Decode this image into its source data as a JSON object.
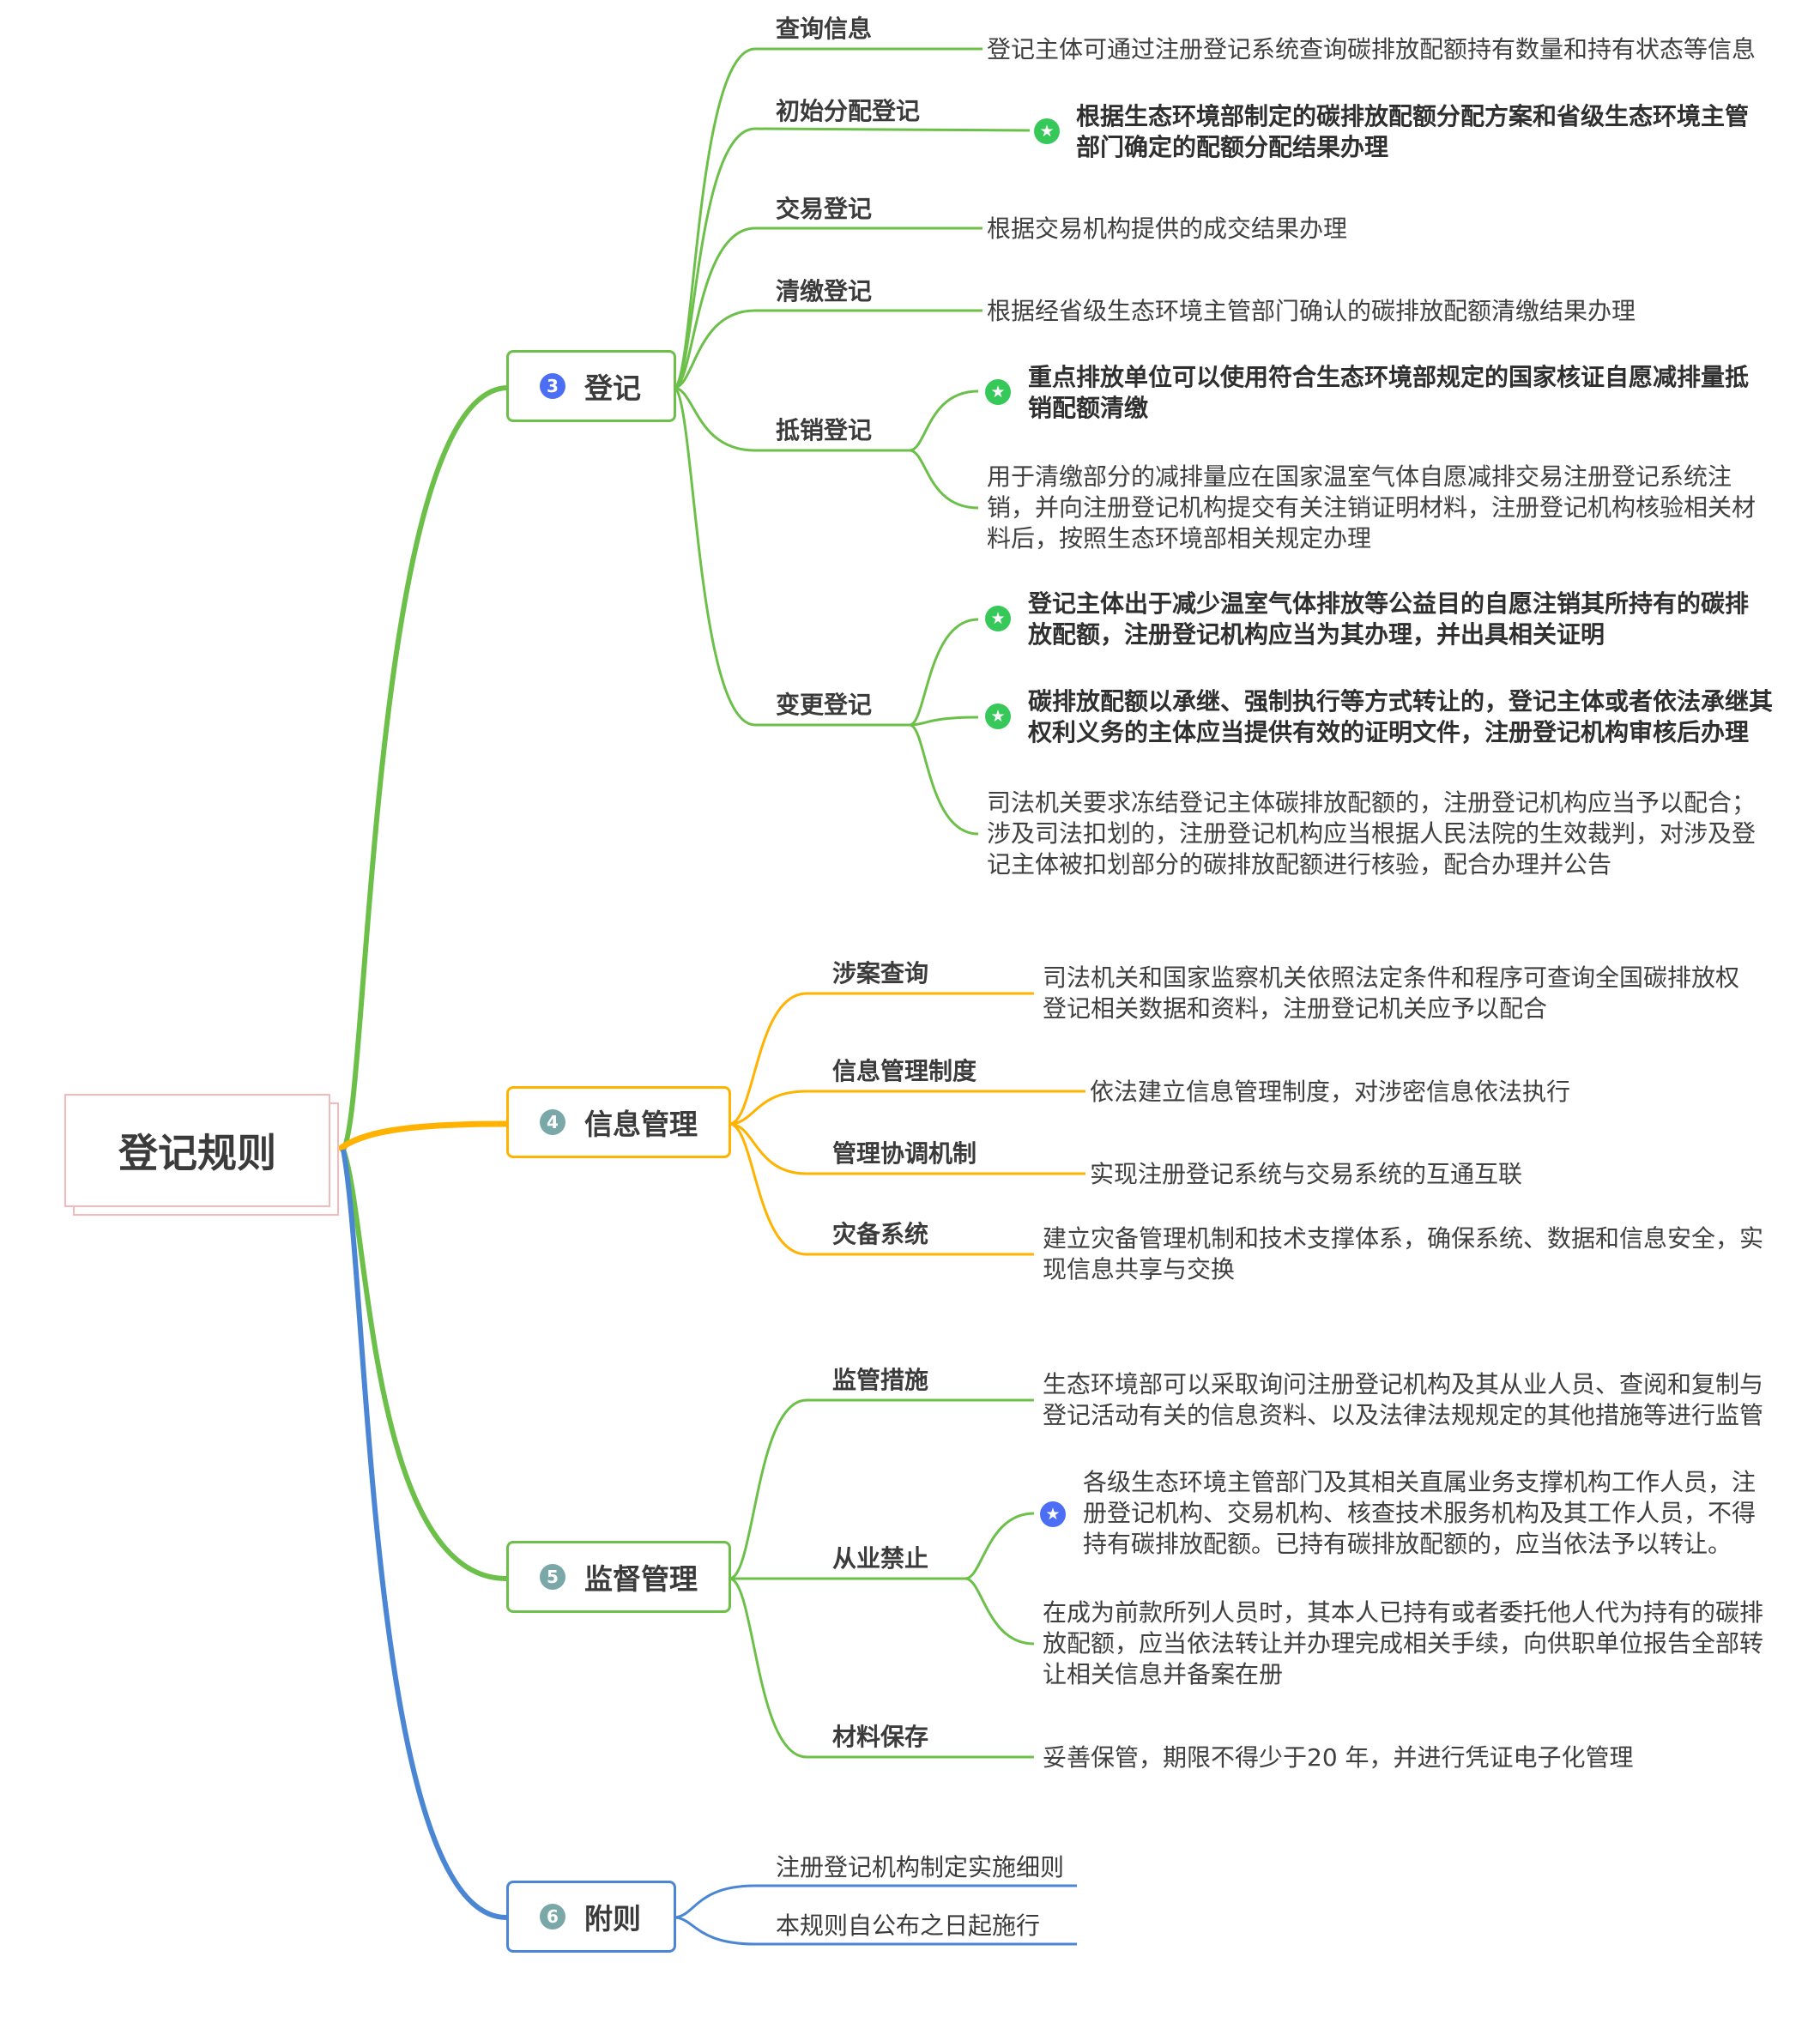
{
  "root": {
    "label": "登记规则"
  },
  "colors": {
    "green": "#6cc04a",
    "orange": "#ffb300",
    "blue": "#4a86d4",
    "root_border": "#f4b9b9",
    "badge_blue": "#4c6ef5",
    "badge_gray": "#7aa7a8",
    "star_green": "#37c85a",
    "star_blue": "#4c6ef5"
  },
  "branches": [
    {
      "number": "3",
      "label": "登记",
      "color": "green",
      "children": [
        {
          "label": "查询信息",
          "leaves": [
            {
              "text": "登记主体可通过注册登记系统查询碳排放配额持有数量和持有状态等信息"
            }
          ]
        },
        {
          "label": "初始分配登记",
          "leaves": [
            {
              "text": "根据生态环境部制定的碳排放配额分配方案和省级生态环境主管部门确定的配额分配结果办理",
              "star": true
            }
          ]
        },
        {
          "label": "交易登记",
          "leaves": [
            {
              "text": "根据交易机构提供的成交结果办理"
            }
          ]
        },
        {
          "label": "清缴登记",
          "leaves": [
            {
              "text": "根据经省级生态环境主管部门确认的碳排放配额清缴结果办理"
            }
          ]
        },
        {
          "label": "抵销登记",
          "leaves": [
            {
              "text": "重点排放单位可以使用符合生态环境部规定的国家核证自愿减排量抵销配额清缴",
              "star": true
            },
            {
              "text": "用于清缴部分的减排量应在国家温室气体自愿减排交易注册登记系统注销，并向注册登记机构提交有关注销证明材料，注册登记机构核验相关材料后，按照生态环境部相关规定办理"
            }
          ]
        },
        {
          "label": "变更登记",
          "leaves": [
            {
              "text": "登记主体出于减少温室气体排放等公益目的自愿注销其所持有的碳排放配额，注册登记机构应当为其办理，并出具相关证明",
              "star": true
            },
            {
              "text": "碳排放配额以承继、强制执行等方式转让的，登记主体或者依法承继其权利义务的主体应当提供有效的证明文件，注册登记机构审核后办理",
              "star": true
            },
            {
              "text": "司法机关要求冻结登记主体碳排放配额的，注册登记机构应当予以配合；涉及司法扣划的，注册登记机构应当根据人民法院的生效裁判，对涉及登记主体被扣划部分的碳排放配额进行核验，配合办理并公告"
            }
          ]
        }
      ]
    },
    {
      "number": "4",
      "label": "信息管理",
      "color": "orange",
      "children": [
        {
          "label": "涉案查询",
          "leaves": [
            {
              "text": "司法机关和国家监察机关依照法定条件和程序可查询全国碳排放权登记相关数据和资料，注册登记机关应予以配合"
            }
          ]
        },
        {
          "label": "信息管理制度",
          "leaves": [
            {
              "text": "依法建立信息管理制度，对涉密信息依法执行"
            }
          ]
        },
        {
          "label": "管理协调机制",
          "leaves": [
            {
              "text": "实现注册登记系统与交易系统的互通互联"
            }
          ]
        },
        {
          "label": "灾备系统",
          "leaves": [
            {
              "text": "建立灾备管理机制和技术支撑体系，确保系统、数据和信息安全，实现信息共享与交换"
            }
          ]
        }
      ]
    },
    {
      "number": "5",
      "label": "监督管理",
      "color": "green",
      "children": [
        {
          "label": "监管措施",
          "leaves": [
            {
              "text": "生态环境部可以采取询问注册登记机构及其从业人员、查阅和复制与登记活动有关的信息资料、以及法律法规规定的其他措施等进行监管"
            }
          ]
        },
        {
          "label": "从业禁止",
          "leaves": [
            {
              "text": "各级生态环境主管部门及其相关直属业务支撑机构工作人员，注册登记机构、交易机构、核查技术服务机构及其工作人员，不得持有碳排放配额。已持有碳排放配额的，应当依法予以转让。",
              "star": true,
              "star_color": "blue"
            },
            {
              "text": "在成为前款所列人员时，其本人已持有或者委托他人代为持有的碳排放配额，应当依法转让并办理完成相关手续，向供职单位报告全部转让相关信息并备案在册"
            }
          ]
        },
        {
          "label": "材料保存",
          "leaves": [
            {
              "text": "妥善保管，期限不得少于20 年，并进行凭证电子化管理"
            }
          ]
        }
      ]
    },
    {
      "number": "6",
      "label": "附则",
      "color": "blue",
      "children": [
        {
          "label": "注册登记机构制定实施细则",
          "leaves": []
        },
        {
          "label": "本规则自公布之日起施行",
          "leaves": []
        }
      ]
    }
  ]
}
